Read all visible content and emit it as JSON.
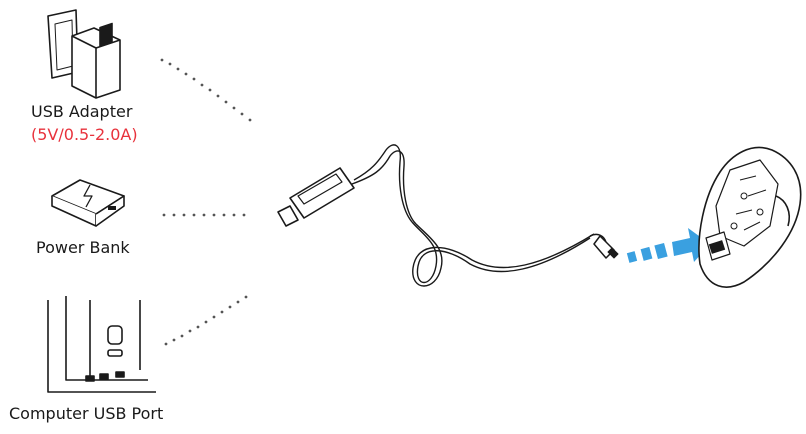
{
  "sources": [
    {
      "id": "usb-adapter",
      "label": "USB Adapter",
      "spec": "(5V/0.5-2.0A)"
    },
    {
      "id": "power-bank",
      "label": "Power Bank"
    },
    {
      "id": "computer-port",
      "label": "Computer USB Port"
    }
  ],
  "colors": {
    "line": "#1a1a1a",
    "spec_text": "#e8323c",
    "arrow": "#3aa0e0",
    "dots": "#555555"
  },
  "icons": [
    "wall-adapter-icon",
    "power-bank-icon",
    "computer-tower-icon",
    "usb-cable-icon",
    "device-charging-port-icon",
    "arrow-icon"
  ]
}
